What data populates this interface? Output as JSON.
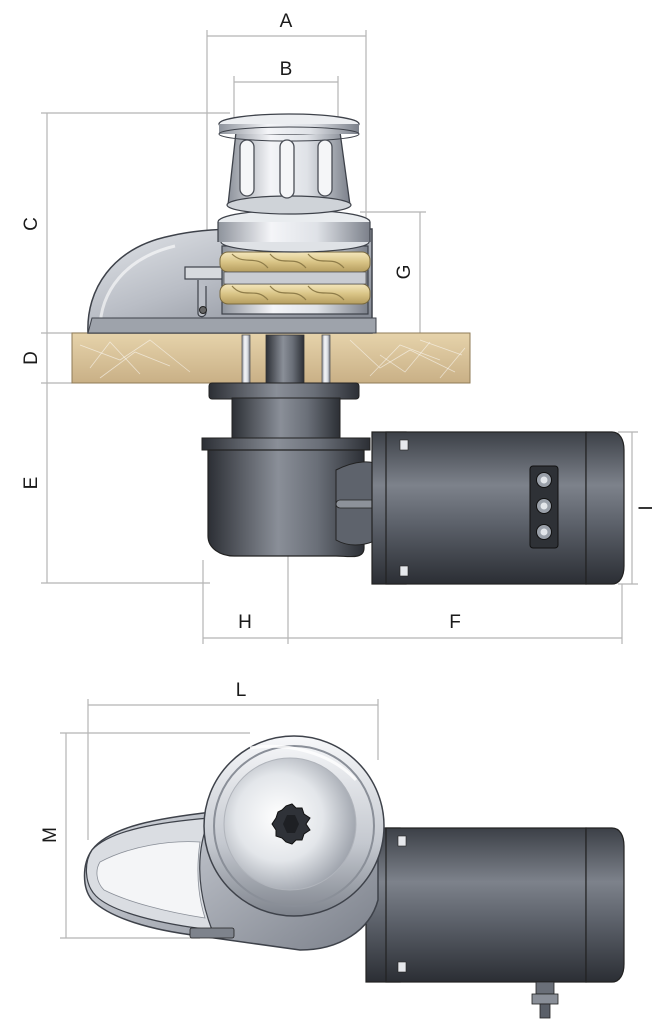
{
  "dimension_labels": {
    "a": "A",
    "b": "B",
    "c": "C",
    "d": "D",
    "e": "E",
    "f": "F",
    "g": "G",
    "h": "H",
    "i": "I",
    "l": "L",
    "m": "M"
  },
  "colors": {
    "dimension_line": "#b5b5b5",
    "metal_light": "#f2f3f6",
    "metal_mid": "#a9adb6",
    "metal_dark": "#3e424a",
    "motor_body": "#4f545c",
    "deck_wood": "#d8c29a",
    "rope_gold": "#e6d4a0"
  },
  "icons": {
    "capstan": "capstan-drum-icon",
    "gypsy": "chain-gypsy-icon",
    "motor": "electric-motor-icon",
    "terminals": "terminal-block-icon",
    "deck": "deck-section-icon"
  }
}
